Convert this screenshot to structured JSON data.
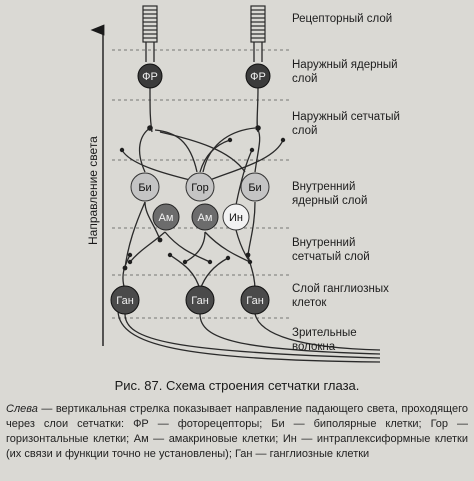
{
  "figure": {
    "axis_label": "Направление света",
    "layers": [
      {
        "key": "receptor",
        "label": "Рецепторный слой"
      },
      {
        "key": "outer_nuclear",
        "label": "Наружный ядерный слой"
      },
      {
        "key": "outer_plexiform",
        "label": "Наружный сетчатый слой"
      },
      {
        "key": "inner_nuclear",
        "label": "Внутренний ядерный слой"
      },
      {
        "key": "inner_plexiform",
        "label": "Внутренний сетчатый слой"
      },
      {
        "key": "ganglion",
        "label": "Слой ганглиозных клеток"
      },
      {
        "key": "fibers",
        "label": "Зрительные волокна"
      }
    ],
    "cells": {
      "photoreceptor": "ФР",
      "bipolar": "Би",
      "horizontal": "Гор",
      "amacrine": "Ам",
      "interplexiform": "Ин",
      "ganglion": "Ган"
    },
    "colors": {
      "dark_cell": "#3b3b3b",
      "medium_cell": "#6c6c6c",
      "light_cell": "#c4c4c4",
      "interplexiform_cell": "#f2f2f2",
      "line": "#2a2a2a",
      "background": "#dad9d4"
    }
  },
  "caption": "Рис. 87. Схема строения сетчатки глаза.",
  "legend": {
    "lead": "Слева",
    "text": " — вертикальная стрелка показывает направление падающего света, проходящего через слои сетчатки: ФР — фоторецепторы; Би — биполярные клетки; Гор — горизонтальные клетки; Ам — амакриновые клетки; Ин — интраплексиформные клетки (их связи и функции точно не установлены); Ган — ганглиозные клетки",
    "tail": "ные клетки"
  }
}
